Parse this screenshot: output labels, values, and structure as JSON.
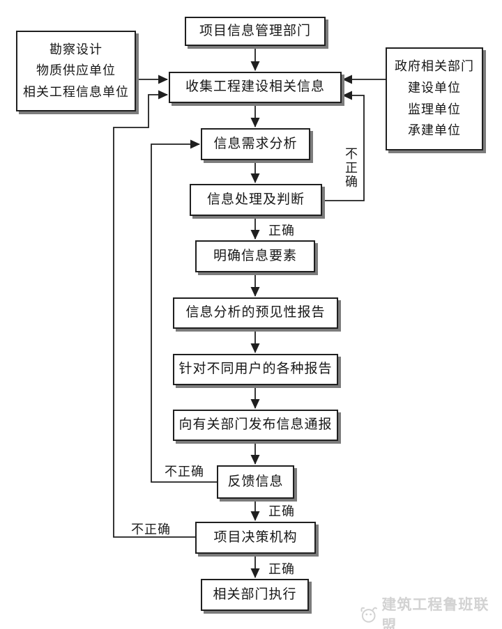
{
  "nodes": {
    "project_info_dept": "项目信息管理部门",
    "source_left": [
      "勘察设计",
      "物质供应单位",
      "相关工程信息单位"
    ],
    "source_right": [
      "政府相关部门",
      "建设单位",
      "监理单位",
      "承建单位"
    ],
    "collect_info": "收集工程建设相关信息",
    "demand_analysis": "信息需求分析",
    "process_judge": "信息处理及判断",
    "clarify_elements": "明确信息要素",
    "predictive_report": "信息分析的预见性报告",
    "user_reports": "针对不同用户的各种报告",
    "notify_release": "向有关部门发布信息通报",
    "feedback": "反馈信息",
    "decision_body": "项目决策机构",
    "execute": "相关部门执行"
  },
  "edge_labels": {
    "process_correct": "正确",
    "feedback_correct": "正确",
    "decision_correct": "正确",
    "feedback_incorrect": "不正确",
    "decision_incorrect": "不正确",
    "process_incorrect": "不正确"
  },
  "watermark": "建筑工程鲁班联盟",
  "colors": {
    "line": "#1f1f1f",
    "box_shadow": "#7c7c7c",
    "watermark": "#d2d2d2"
  }
}
